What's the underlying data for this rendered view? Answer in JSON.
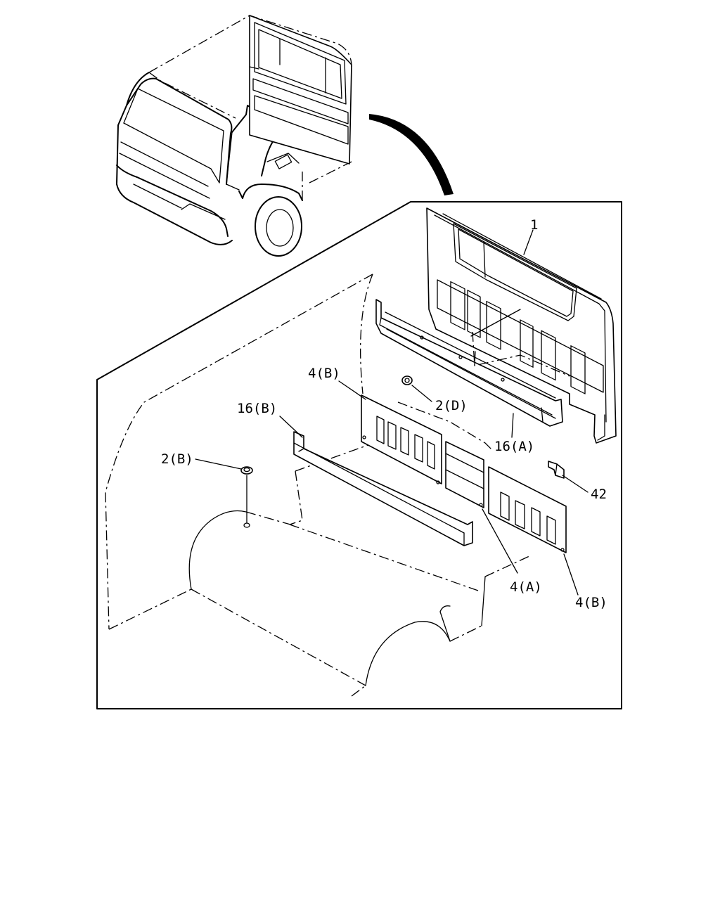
{
  "callouts": [
    {
      "id": "1",
      "text": "1"
    },
    {
      "id": "4b_top",
      "text": "4(B)"
    },
    {
      "id": "2d",
      "text": "2(D)"
    },
    {
      "id": "16b",
      "text": "16(B)"
    },
    {
      "id": "16a",
      "text": "16(A)"
    },
    {
      "id": "2b",
      "text": "2(B)"
    },
    {
      "id": "42",
      "text": "42"
    },
    {
      "id": "4a",
      "text": "4(A)"
    },
    {
      "id": "4b_bottom",
      "text": "4(B)"
    }
  ]
}
